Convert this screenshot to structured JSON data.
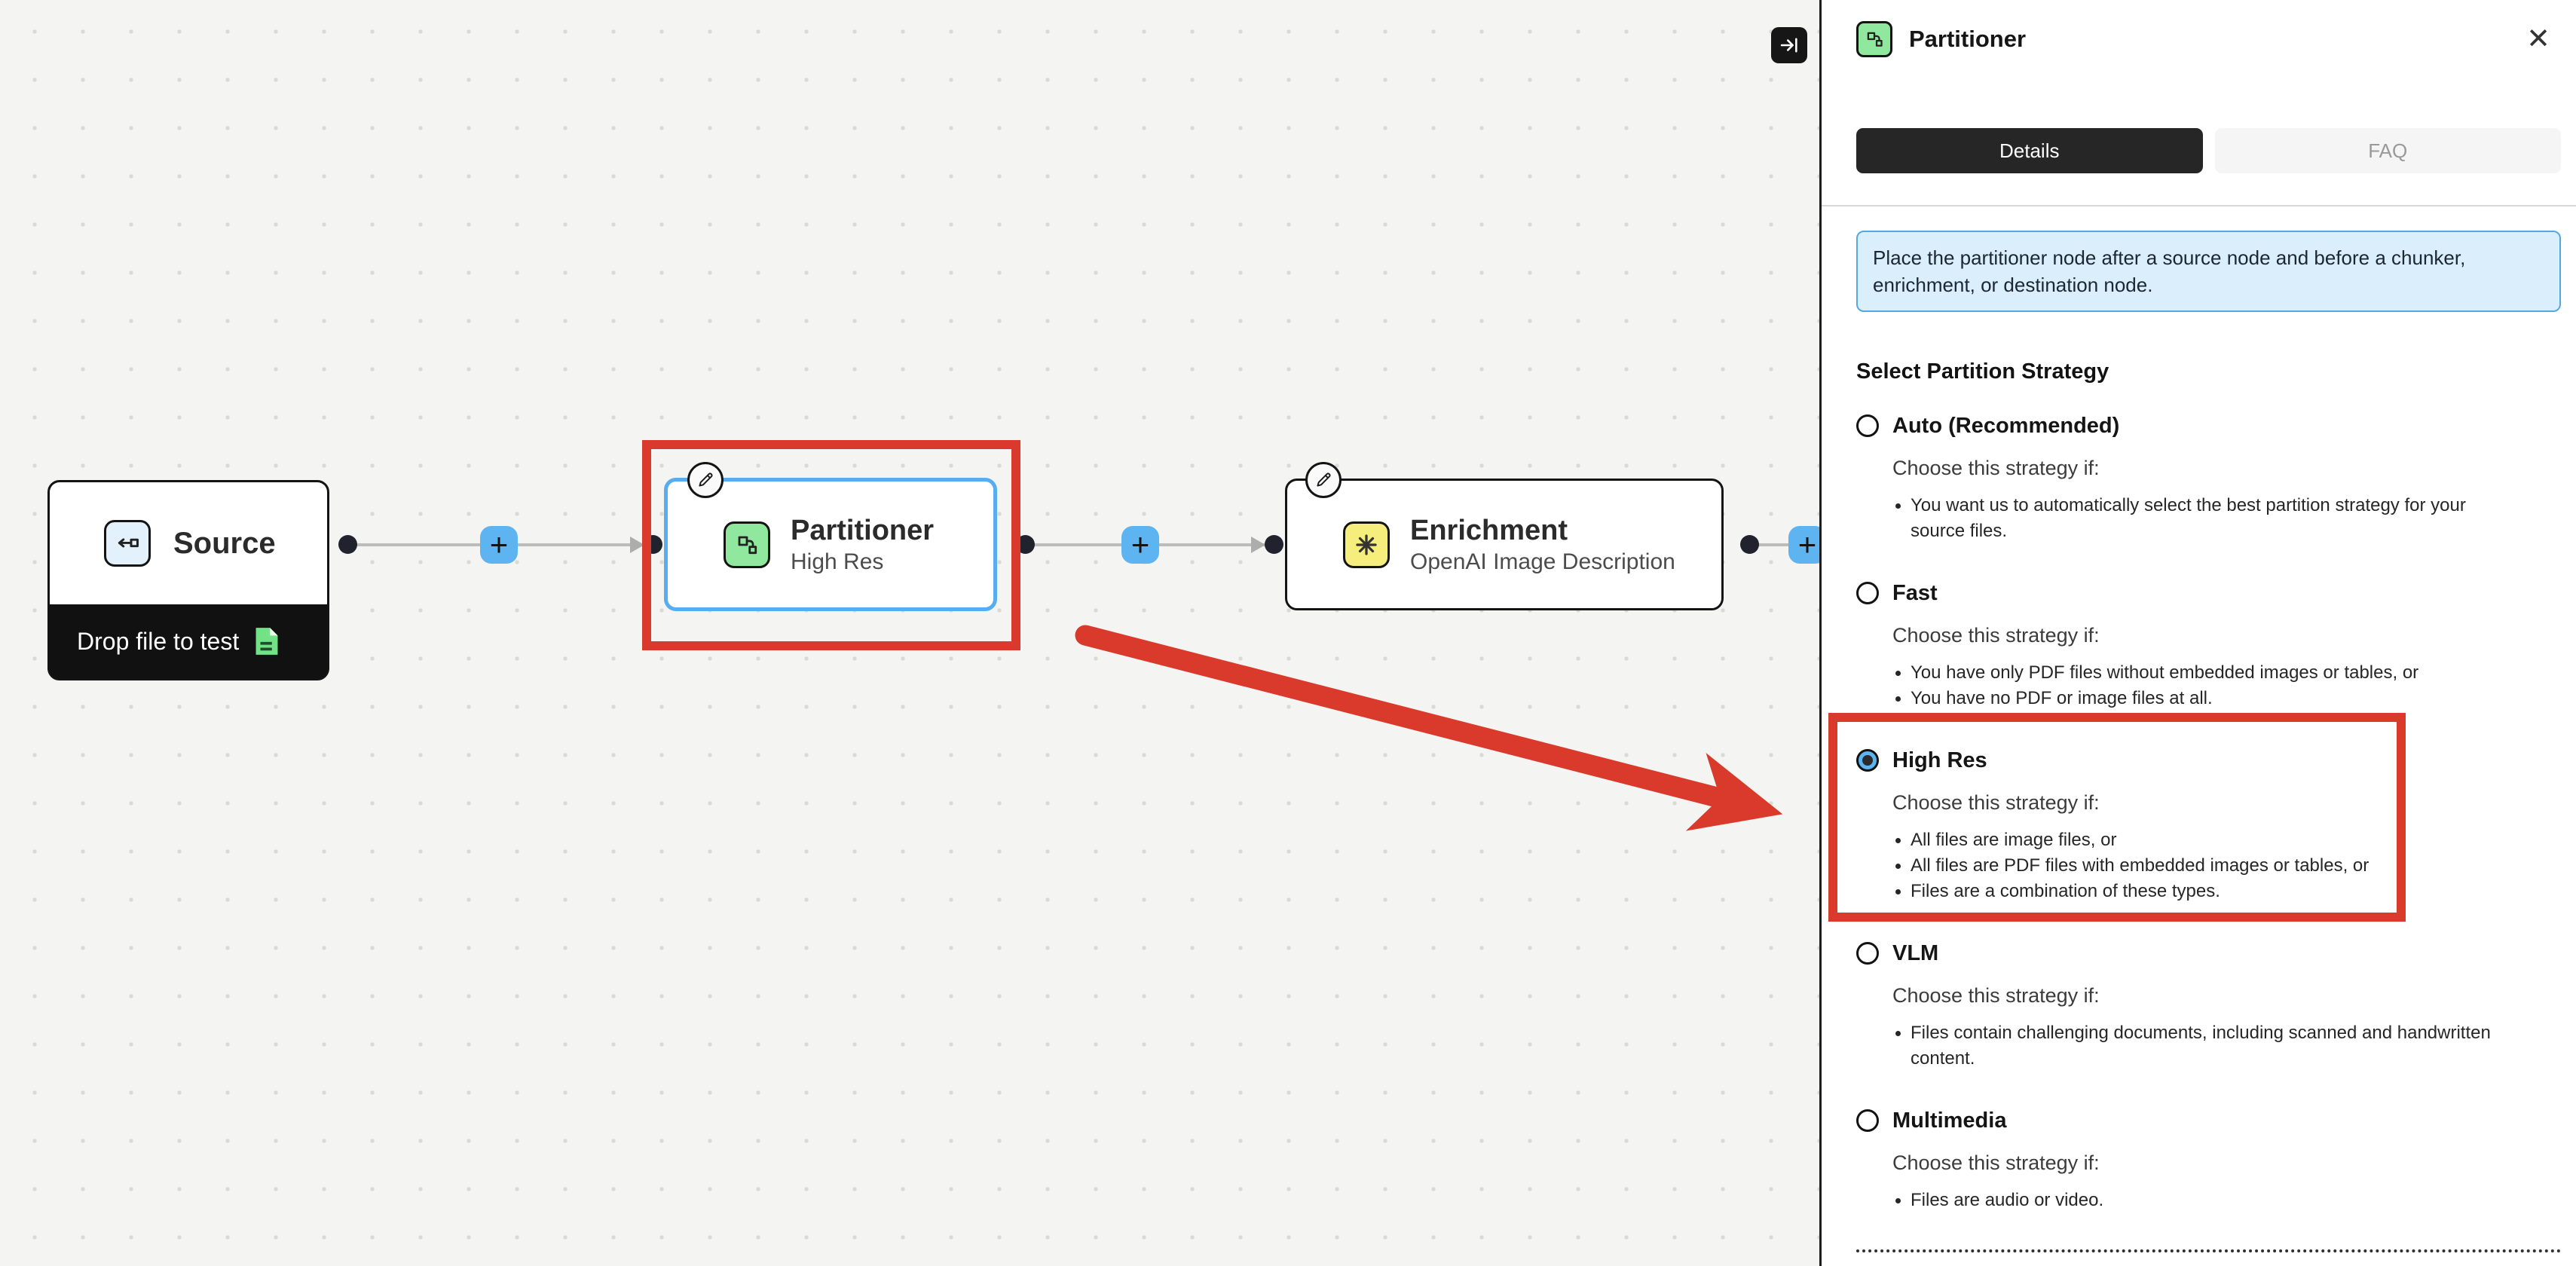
{
  "canvas": {
    "nodes": {
      "source": {
        "title": "Source",
        "badge": "Drop file to test"
      },
      "partitioner": {
        "title": "Partitioner",
        "subtitle": "High Res"
      },
      "enrichment": {
        "title": "Enrichment",
        "subtitle": "OpenAI Image Description"
      }
    }
  },
  "panel": {
    "title": "Partitioner",
    "tabs": {
      "details": "Details",
      "faq": "FAQ"
    },
    "info_text": "Place the partitioner node after a source node and before a chunker, enrichment, or destination node.",
    "strategy_heading": "Select Partition Strategy",
    "choose_label": "Choose this strategy if:",
    "strategies": [
      {
        "name": "Auto (Recommended)",
        "selected": false,
        "bullets": [
          "You want us to automatically select the best partition strategy for your source files."
        ]
      },
      {
        "name": "Fast",
        "selected": false,
        "bullets": [
          "You have only PDF files without embedded images or tables, or",
          "You have no PDF or image files at all."
        ]
      },
      {
        "name": "High Res",
        "selected": true,
        "highlighted": true,
        "bullets": [
          "All files are image files, or",
          "All files are PDF files with embedded images or tables, or",
          "Files are a combination of these types."
        ]
      },
      {
        "name": "VLM",
        "selected": false,
        "bullets": [
          "Files contain challenging documents, including scanned and handwritten content."
        ]
      },
      {
        "name": "Multimedia",
        "selected": false,
        "bullets": [
          "Files are audio or video."
        ]
      }
    ]
  },
  "icons": {
    "close": "✕",
    "plus": "+"
  },
  "colors": {
    "accent_blue": "#5db4f0",
    "annotation_red": "#d93a2b",
    "node_green": "#90e89e",
    "node_yellow": "#f6ee7c",
    "node_light_blue": "#e3f1fc",
    "info_bg": "#daeefb",
    "info_border": "#55a9e2",
    "tab_active_bg": "#262626",
    "canvas_bg": "#f4f4f2"
  }
}
